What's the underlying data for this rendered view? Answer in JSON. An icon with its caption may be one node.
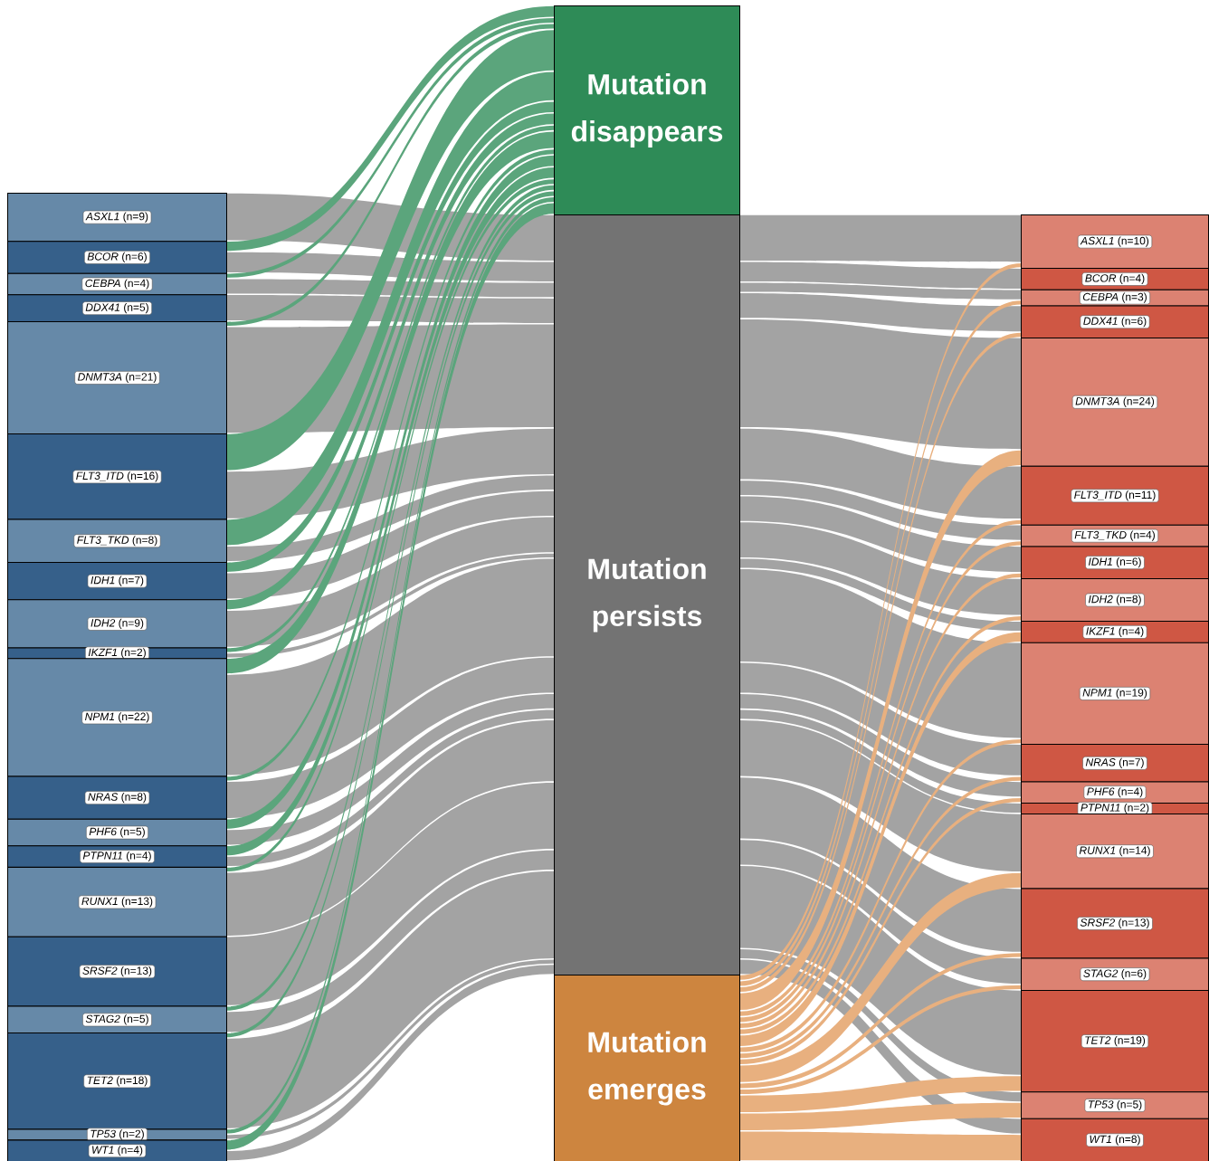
{
  "diagram": {
    "nodes": [
      {
        "text": [
          "*ASXL1* (n=9)"
        ]
      },
      {
        "text": [
          "*BCOR* (n=6)"
        ]
      },
      {
        "text": [
          "*CEBPA* (n=4)"
        ]
      },
      {
        "text": [
          "*DDX41* (n=5)"
        ]
      },
      {
        "text": [
          "*DNMT3A* (n=21)"
        ]
      },
      {
        "text": [
          "*FLT3_ITD* (n=16)"
        ]
      },
      {
        "text": [
          "*FLT3_TKD* (n=8)"
        ]
      },
      {
        "text": [
          "*IDH1* (n=7)"
        ]
      },
      {
        "text": [
          "*IDH2* (n=9)"
        ]
      },
      {
        "text": [
          "*IKZF1* (n=2)"
        ]
      },
      {
        "text": [
          "*NPM1* (n=22)"
        ]
      },
      {
        "text": [
          "*NRAS* (n=8)"
        ]
      },
      {
        "text": [
          "*PHF6* (n=5)"
        ]
      },
      {
        "text": [
          "*PTPN11* (n=4)"
        ]
      },
      {
        "text": [
          "*RUNX1* (n=13)"
        ]
      },
      {
        "text": [
          "*SRSF2* (n=13)"
        ]
      },
      {
        "text": [
          "*STAG2* (n=5)"
        ]
      },
      {
        "text": [
          "*TET2* (n=18)"
        ]
      },
      {
        "text": [
          "*TP53* (n=2)"
        ]
      },
      {
        "text": [
          "*WT1* (n=4)"
        ]
      },
      {
        "text": [
          "Mutation disappears"
        ]
      },
      {
        "text": [
          "Mutation persists"
        ]
      },
      {
        "text": [
          "Mutation emerges"
        ]
      },
      {
        "text": [
          "*ASXL1* (n=10)"
        ]
      },
      {
        "text": [
          "*BCOR* (n=4)"
        ]
      },
      {
        "text": [
          "*CEBPA* (n=3)"
        ]
      },
      {
        "text": [
          "*DDX41* (n=6)"
        ]
      },
      {
        "text": [
          "*DNMT3A* (n=24)"
        ]
      },
      {
        "text": [
          "*FLT3_ITD* (n=11)"
        ]
      },
      {
        "text": [
          "*FLT3_TKD* (n=4)"
        ]
      },
      {
        "text": [
          "*IDH1* (n=6)"
        ]
      },
      {
        "text": [
          "*IDH2* (n=8)"
        ]
      },
      {
        "text": [
          "*IKZF1* (n=4)"
        ]
      },
      {
        "text": [
          "*NPM1* (n=19)"
        ]
      },
      {
        "text": [
          "*NRAS* (n=7)"
        ]
      },
      {
        "text": [
          "*PHF6* (n=4)"
        ]
      },
      {
        "text": [
          "*PTPN11* (n=2)"
        ]
      },
      {
        "text": [
          "*RUNX1* (n=14)"
        ]
      },
      {
        "text": [
          "*SRSF2* (n=13)"
        ]
      },
      {
        "text": [
          "*STAG2* (n=6)"
        ]
      },
      {
        "text": [
          "*TET2* (n=19)"
        ]
      },
      {
        "text": [
          "*TP53* (n=5)"
        ]
      },
      {
        "text": [
          "*WT1* (n=8)"
        ]
      }
    ],
    "edges": [
      {
        "from": 0,
        "to": 21,
        "arrow": "none"
      },
      {
        "from": 1,
        "to": 20,
        "arrow": "none",
        "color": "#5ba57c"
      },
      {
        "from": 1,
        "to": 21,
        "arrow": "none"
      },
      {
        "from": 2,
        "to": 20,
        "arrow": "none",
        "color": "#5ba57c"
      },
      {
        "from": 2,
        "to": 21,
        "arrow": "none"
      },
      {
        "from": 3,
        "to": 21,
        "arrow": "none"
      },
      {
        "from": 4,
        "to": 20,
        "arrow": "none",
        "color": "#5ba57c"
      },
      {
        "from": 4,
        "to": 21,
        "arrow": "none"
      },
      {
        "from": 5,
        "to": 20,
        "arrow": "none",
        "color": "#5ba57c"
      },
      {
        "from": 5,
        "to": 21,
        "arrow": "none"
      },
      {
        "from": 6,
        "to": 20,
        "arrow": "none",
        "color": "#5ba57c"
      },
      {
        "from": 6,
        "to": 21,
        "arrow": "none"
      },
      {
        "from": 7,
        "to": 20,
        "arrow": "none",
        "color": "#5ba57c"
      },
      {
        "from": 7,
        "to": 21,
        "arrow": "none"
      },
      {
        "from": 8,
        "to": 20,
        "arrow": "none",
        "color": "#5ba57c"
      },
      {
        "from": 8,
        "to": 21,
        "arrow": "none"
      },
      {
        "from": 9,
        "to": 20,
        "arrow": "none",
        "color": "#5ba57c"
      },
      {
        "from": 9,
        "to": 21,
        "arrow": "none"
      },
      {
        "from": 10,
        "to": 20,
        "arrow": "none",
        "color": "#5ba57c"
      },
      {
        "from": 10,
        "to": 21,
        "arrow": "none"
      },
      {
        "from": 11,
        "to": 20,
        "arrow": "none",
        "color": "#5ba57c"
      },
      {
        "from": 11,
        "to": 21,
        "arrow": "none"
      },
      {
        "from": 12,
        "to": 20,
        "arrow": "none",
        "color": "#5ba57c"
      },
      {
        "from": 12,
        "to": 21,
        "arrow": "none"
      },
      {
        "from": 13,
        "to": 20,
        "arrow": "none",
        "color": "#5ba57c"
      },
      {
        "from": 13,
        "to": 21,
        "arrow": "none"
      },
      {
        "from": 14,
        "to": 20,
        "arrow": "none",
        "color": "#5ba57c"
      },
      {
        "from": 14,
        "to": 21,
        "arrow": "none"
      },
      {
        "from": 15,
        "to": 21,
        "arrow": "none"
      },
      {
        "from": 16,
        "to": 20,
        "arrow": "none",
        "color": "#5ba57c"
      },
      {
        "from": 16,
        "to": 21,
        "arrow": "none"
      },
      {
        "from": 17,
        "to": 20,
        "arrow": "none",
        "color": "#5ba57c"
      },
      {
        "from": 17,
        "to": 21,
        "arrow": "none"
      },
      {
        "from": 18,
        "to": 20,
        "arrow": "none",
        "color": "#5ba57c"
      },
      {
        "from": 18,
        "to": 21,
        "arrow": "none"
      },
      {
        "from": 19,
        "to": 20,
        "arrow": "none",
        "color": "#5ba57c"
      },
      {
        "from": 19,
        "to": 21,
        "arrow": "none"
      },
      {
        "from": 21,
        "to": 23,
        "arrow": "none"
      },
      {
        "from": 21,
        "to": 24,
        "arrow": "none"
      },
      {
        "from": 21,
        "to": 25,
        "arrow": "none"
      },
      {
        "from": 21,
        "to": 26,
        "arrow": "none"
      },
      {
        "from": 21,
        "to": 27,
        "arrow": "none"
      },
      {
        "from": 21,
        "to": 28,
        "arrow": "none"
      },
      {
        "from": 21,
        "to": 29,
        "arrow": "none"
      },
      {
        "from": 21,
        "to": 30,
        "arrow": "none"
      },
      {
        "from": 21,
        "to": 31,
        "arrow": "none"
      },
      {
        "from": 21,
        "to": 32,
        "arrow": "none"
      },
      {
        "from": 21,
        "to": 33,
        "arrow": "none"
      },
      {
        "from": 21,
        "to": 34,
        "arrow": "none"
      },
      {
        "from": 21,
        "to": 35,
        "arrow": "none"
      },
      {
        "from": 21,
        "to": 36,
        "arrow": "none"
      },
      {
        "from": 21,
        "to": 37,
        "arrow": "none"
      },
      {
        "from": 21,
        "to": 38,
        "arrow": "none"
      },
      {
        "from": 21,
        "to": 39,
        "arrow": "none"
      },
      {
        "from": 21,
        "to": 40,
        "arrow": "none"
      },
      {
        "from": 21,
        "to": 41,
        "arrow": "none"
      },
      {
        "from": 21,
        "to": 42,
        "arrow": "none"
      },
      {
        "from": 22,
        "to": 23,
        "arrow": "none",
        "color": "#e8b07f"
      },
      {
        "from": 22,
        "to": 25,
        "arrow": "none",
        "color": "#e8b07f"
      },
      {
        "from": 22,
        "to": 26,
        "arrow": "none",
        "color": "#e8b07f"
      },
      {
        "from": 22,
        "to": 27,
        "arrow": "none",
        "color": "#e8b07f"
      },
      {
        "from": 22,
        "to": 28,
        "arrow": "none",
        "color": "#e8b07f"
      },
      {
        "from": 22,
        "to": 29,
        "arrow": "none",
        "color": "#e8b07f"
      },
      {
        "from": 22,
        "to": 30,
        "arrow": "none",
        "color": "#e8b07f"
      },
      {
        "from": 22,
        "to": 31,
        "arrow": "none",
        "color": "#e8b07f"
      },
      {
        "from": 22,
        "to": 32,
        "arrow": "none",
        "color": "#e8b07f"
      },
      {
        "from": 22,
        "to": 33,
        "arrow": "none",
        "color": "#e8b07f"
      },
      {
        "from": 22,
        "to": 34,
        "arrow": "none",
        "color": "#e8b07f"
      },
      {
        "from": 22,
        "to": 35,
        "arrow": "none",
        "color": "#e8b07f"
      },
      {
        "from": 22,
        "to": 37,
        "arrow": "none",
        "color": "#e8b07f"
      },
      {
        "from": 22,
        "to": 38,
        "arrow": "none",
        "color": "#e8b07f"
      },
      {
        "from": 22,
        "to": 39,
        "arrow": "none",
        "color": "#e8b07f"
      },
      {
        "from": 22,
        "to": 40,
        "arrow": "none",
        "color": "#e8b07f"
      },
      {
        "from": 22,
        "to": 41,
        "arrow": "none",
        "color": "#e8b07f"
      },
      {
        "from": 22,
        "to": 42,
        "arrow": "none",
        "color": "#e8b07f"
      }
    ]
  }
}
